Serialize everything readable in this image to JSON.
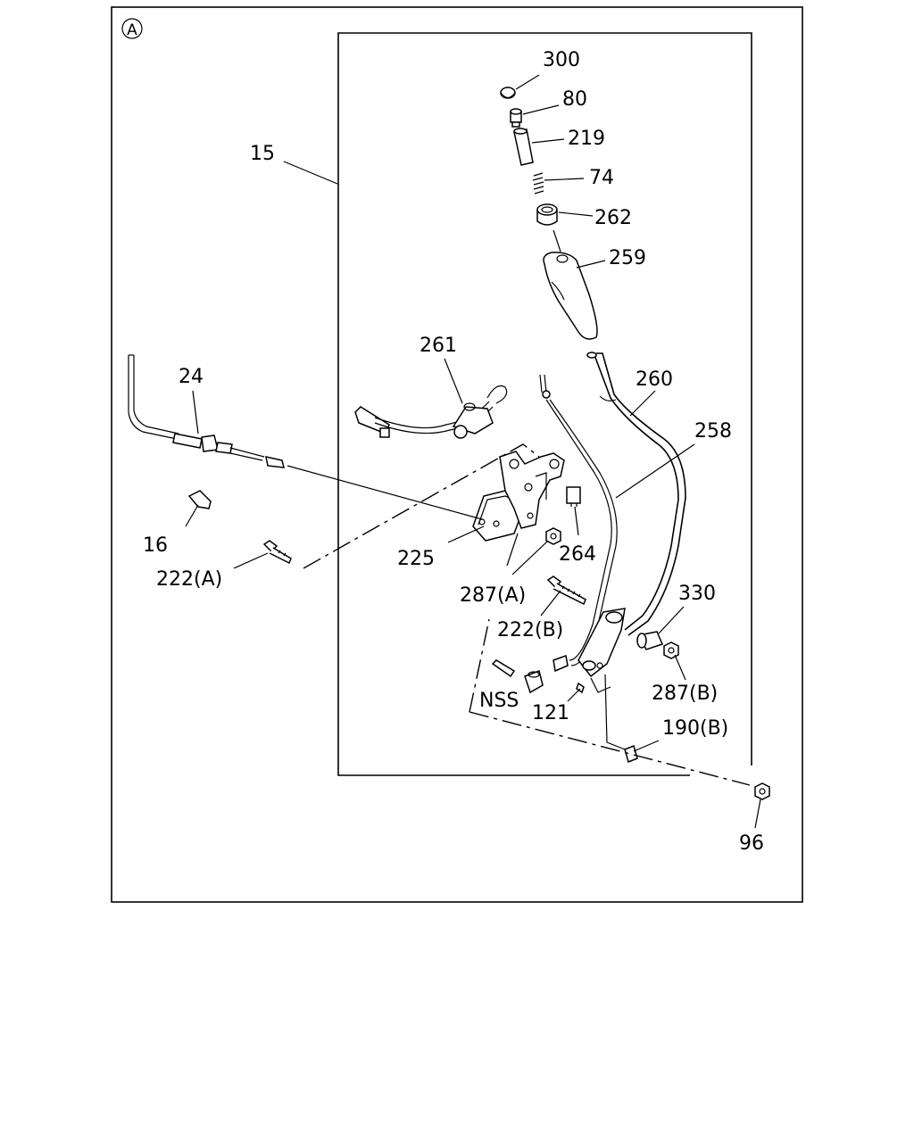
{
  "view_marker": "A",
  "callouts": {
    "c300": "300",
    "c80": "80",
    "c219": "219",
    "c74": "74",
    "c262": "262",
    "c259": "259",
    "c15": "15",
    "c261": "261",
    "c24": "24",
    "c260": "260",
    "c258": "258",
    "c16": "16",
    "c225": "225",
    "c264": "264",
    "c222a": "222(A)",
    "c287a": "287(A)",
    "c330": "330",
    "c222b": "222(B)",
    "c287b": "287(B)",
    "cnss": "NSS",
    "c121": "121",
    "c190b": "190(B)",
    "c96": "96"
  }
}
